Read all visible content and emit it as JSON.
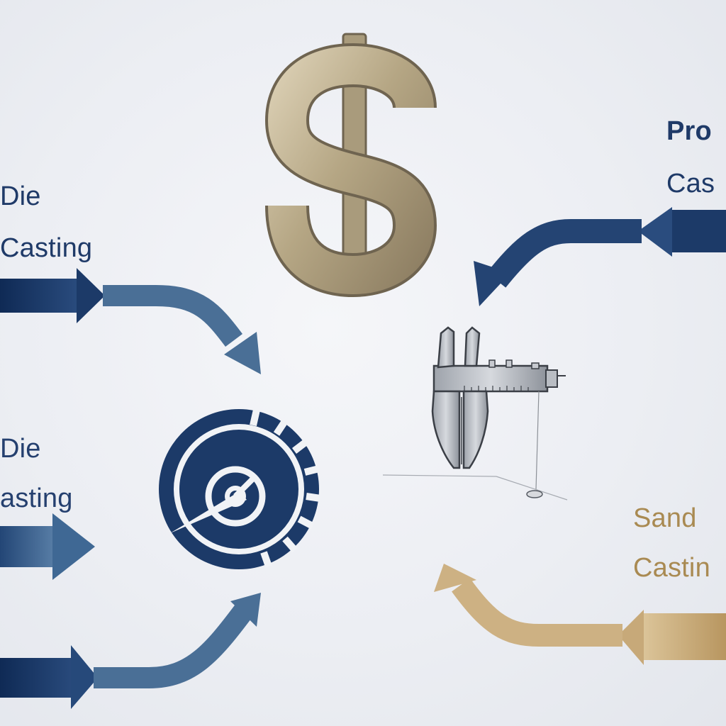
{
  "labels": {
    "die_casting_1": {
      "line1": "Die",
      "line2": "Casting"
    },
    "die_casting_2": {
      "line1": "Die",
      "line2": "asting"
    },
    "pro_casting": {
      "line1": "Pro",
      "line2": "Cas"
    },
    "sand_casting": {
      "line1": "Sand",
      "line2": "Castin"
    }
  },
  "icons": {
    "dollar": "dollar-sign-icon",
    "gauge": "speed-gauge-icon",
    "caliper": "caliper-icon"
  },
  "colors": {
    "navy": "#1f3a68",
    "steel_blue": "#4a6f96",
    "gold": "#c9ad7c",
    "dollar_metal": "#b7a98b"
  }
}
